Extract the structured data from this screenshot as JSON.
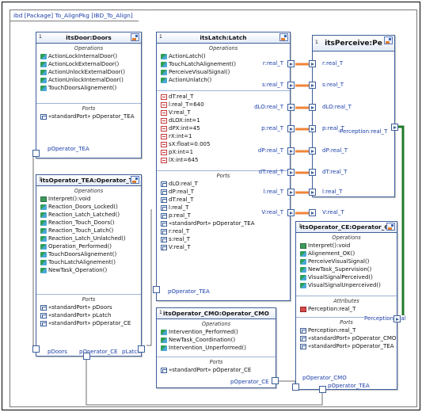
{
  "diagram": {
    "tab": "ibd [Package] To_AlignPkg [IBD_To_Align]"
  },
  "door": {
    "mult": "1",
    "title": "itsDoor:Doors",
    "ops_title": "Operations",
    "ops": [
      "ActionLockInternalDoor()",
      "ActionLockExternalDoor()",
      "ActionUnlockExternalDoor()",
      "ActionUnlockInternalDoor()",
      "TouchDoorsAlignement()"
    ],
    "ports_title": "Ports",
    "ports": [
      "«standardPort» pOperator_TEA"
    ],
    "port_label": "pOperator_TEA"
  },
  "tea": {
    "mult": "1",
    "title": "itsOperator_TEA:Operator_TE",
    "ops_title": "Operations",
    "ops": [
      "Interpret():void",
      "Reaction_Doors_Locked()",
      "Reaction_Latch_Latched()",
      "Reaction_Touch_Doors()",
      "Reaction_Touch_Latch()",
      "Reaction_Latch_Unlatched()",
      "Operation_Performed()",
      "TouchDoorsAlignement()",
      "TouchLatchAlignement()",
      "NewTask_Operation()"
    ],
    "ports_title": "Ports",
    "ports": [
      "«standardPort» pDoors",
      "«standardPort» pLatch",
      "«standardPort» pOperator_CE"
    ],
    "port_labels": [
      "pDoors",
      "pOperator_CE",
      "pLatch"
    ]
  },
  "latch": {
    "mult": "1",
    "title": "itsLatch:Latch",
    "ops_title": "Operations",
    "ops": [
      "ActionLatch()",
      "TouchLatchAlignement()",
      "PerceiveVisualSignal()",
      "ActionUnlatch()"
    ],
    "attrs": [
      "dT:real_T",
      "l:real_T=640",
      "V:real_T",
      "dLOX:int=1",
      "dPX:int=45",
      "rX:int=1",
      "sX:float=0.005",
      "pX:int=1",
      "lX:int=645"
    ],
    "ports_title": "Ports",
    "ports": [
      "dLO:real_T",
      "dP:real_T",
      "dT:real_T",
      "l:real_T",
      "p:real_T",
      "«standardPort» pOperator_TEA",
      "r:real_T",
      "s:real_T",
      "V:real_T"
    ],
    "port_labels": [
      "r:real_T",
      "s:real_T",
      "dLO:real_T",
      "p:real_T",
      "dP:real_T",
      "dT:real_T",
      "l:real_T",
      "V:real_T"
    ],
    "bottom_port": "pOperator_TEA"
  },
  "perceive": {
    "mult": "1",
    "title": "itsPerceive:Pe",
    "port_labels": [
      "r:real_T",
      "s:real_T",
      "dLO:real_T",
      "p:real_T",
      "dP:real_T",
      "dT:real_T",
      "l:real_T",
      "V:real_T"
    ],
    "out_port": "Perception:real_T"
  },
  "cmo": {
    "mult": "1",
    "title": "itsOperator_CMO:Operator_CMO",
    "ops_title": "Operations",
    "ops": [
      "Intervention_Performed()",
      "NewTask_Coordination()",
      "Intervention_Unperformed()"
    ],
    "ports_title": "Ports",
    "ports": [
      "«standardPort» pOperator_CE"
    ],
    "port_label": "pOperator_CE"
  },
  "ce": {
    "mult": "1",
    "title": "itsOperator_CE:Operator_CE",
    "ops_title": "Operations",
    "ops": [
      "Interpret():void",
      "Alignement_OK()",
      "PerceiveVisualSignal()",
      "NewTask_Supervision()",
      "VisualSignalPerceived()",
      "VisualSignalUnperceived()"
    ],
    "attrs_title": "Attributes",
    "attr": "Perception:real_T",
    "ports_title": "Ports",
    "ports": [
      "Perception:real_T",
      "«standardPort» pOperator_CMO",
      "«standardPort» pOperator_TEA"
    ],
    "side_port": "Perception:real",
    "port_labels": [
      "pOperator_CMO",
      "pOperator_TEA"
    ]
  },
  "colors": {
    "part_border": "#3d5f9a",
    "label_blue": "#1b3ea8",
    "flow_orange": "#f0843a",
    "flow_green": "#1f7a2a"
  },
  "icons": {
    "picture": "structure-icon",
    "operation": "operation-icon",
    "attribute": "attribute-icon",
    "port": "port-icon"
  }
}
